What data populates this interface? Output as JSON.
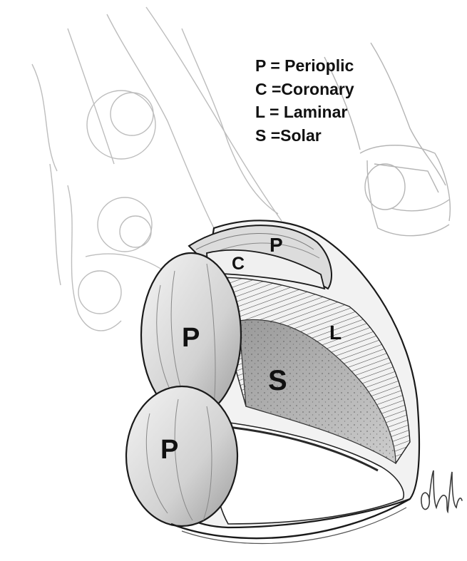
{
  "legend": [
    {
      "key": "P",
      "text": "P = Perioplic"
    },
    {
      "key": "C",
      "text": "C =Coronary"
    },
    {
      "key": "L",
      "text": "L = Laminar"
    },
    {
      "key": "S",
      "text": "S =Solar"
    }
  ],
  "labels": {
    "perioplic_band": "P",
    "coronary_band": "C",
    "laminar": "L",
    "solar": "S",
    "heel_bulb_upper": "P",
    "heel_bulb_lower": "P"
  },
  "signature": "dkh",
  "colors": {
    "ink": "#111111",
    "sketch": "#b9b9b9",
    "shade_light": "#e6e6e6",
    "shade_mid": "#cfcfcf",
    "shade_dark": "#a8a8a8"
  }
}
